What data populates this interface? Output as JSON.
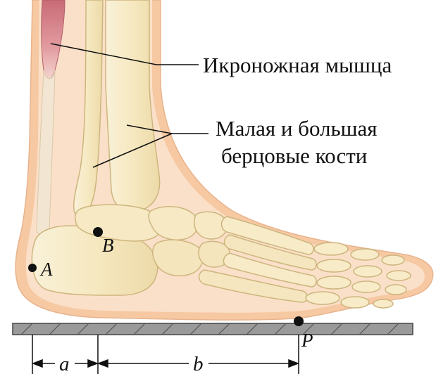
{
  "labels": {
    "muscle": "Икроножная мышца",
    "bones_line1": "Малая и большая",
    "bones_line2": "берцовые кости"
  },
  "points": {
    "a": "A",
    "b": "B",
    "p": "P"
  },
  "dimensions": {
    "a": "a",
    "b": "b"
  },
  "colors": {
    "skin_outer": "#f6c9a3",
    "skin_inner": "#fbe0c9",
    "bone": "#f7ebc8",
    "bone_shade": "#e9d7a4",
    "bone_outline": "#cdb57e",
    "muscle": "#d9828a",
    "tendon": "#f1e4cf",
    "floor": "#8a8a8a",
    "floor_hatch": "#5a5a5a"
  }
}
